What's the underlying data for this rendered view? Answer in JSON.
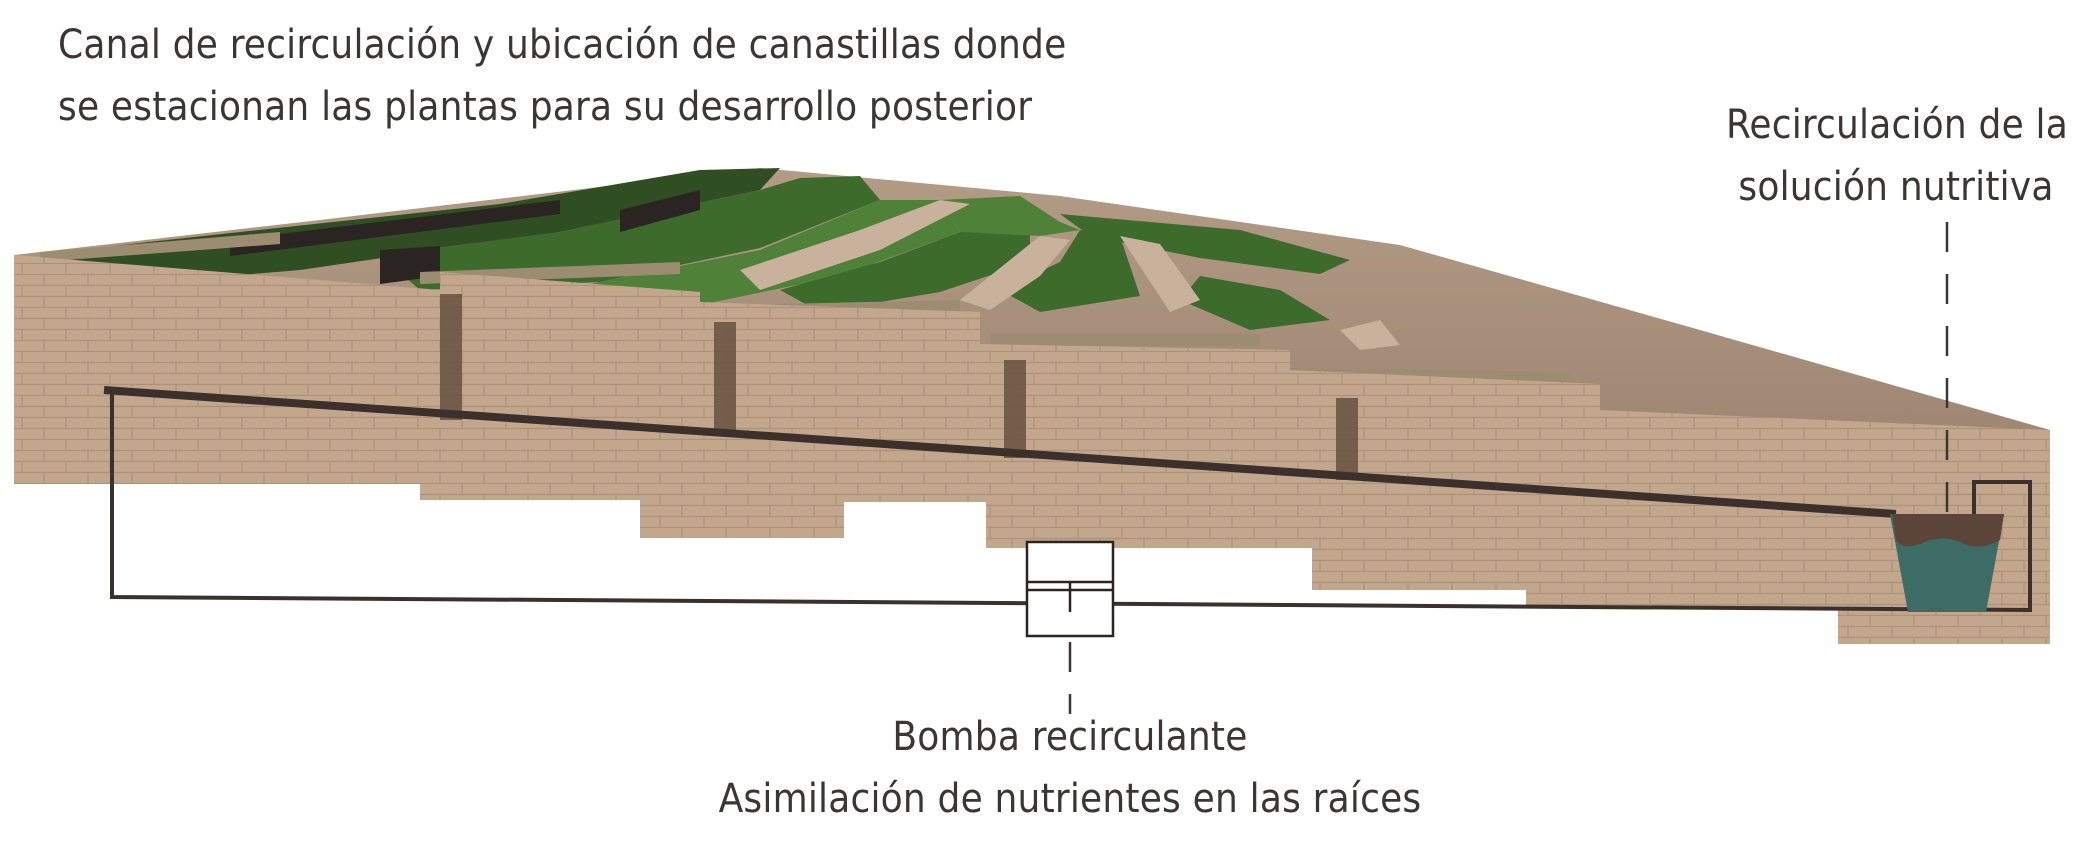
{
  "labels": {
    "top_line1": "Canal de recirculación y ubicación de canastillas donde",
    "top_line2": "se estacionan las plantas para su desarrollo posterior",
    "right_line1": "Recirculación de la",
    "right_line2": "solución nutritiva",
    "bottom_line1": "Bomba recirculante",
    "bottom_line2": "Asimilación de nutrientes en las raíces"
  },
  "colors": {
    "wall": "#c2a78c",
    "brick_line": "#a98f75",
    "soil": "#a8907a",
    "foliage": "#3d6b2c",
    "foliage_light": "#4f8238",
    "pipe": "#3b302b",
    "water": "#3d6b65",
    "text": "#3a3636"
  },
  "icons": {
    "pump": "pump-box-icon",
    "tank": "nutrient-tank-icon"
  }
}
